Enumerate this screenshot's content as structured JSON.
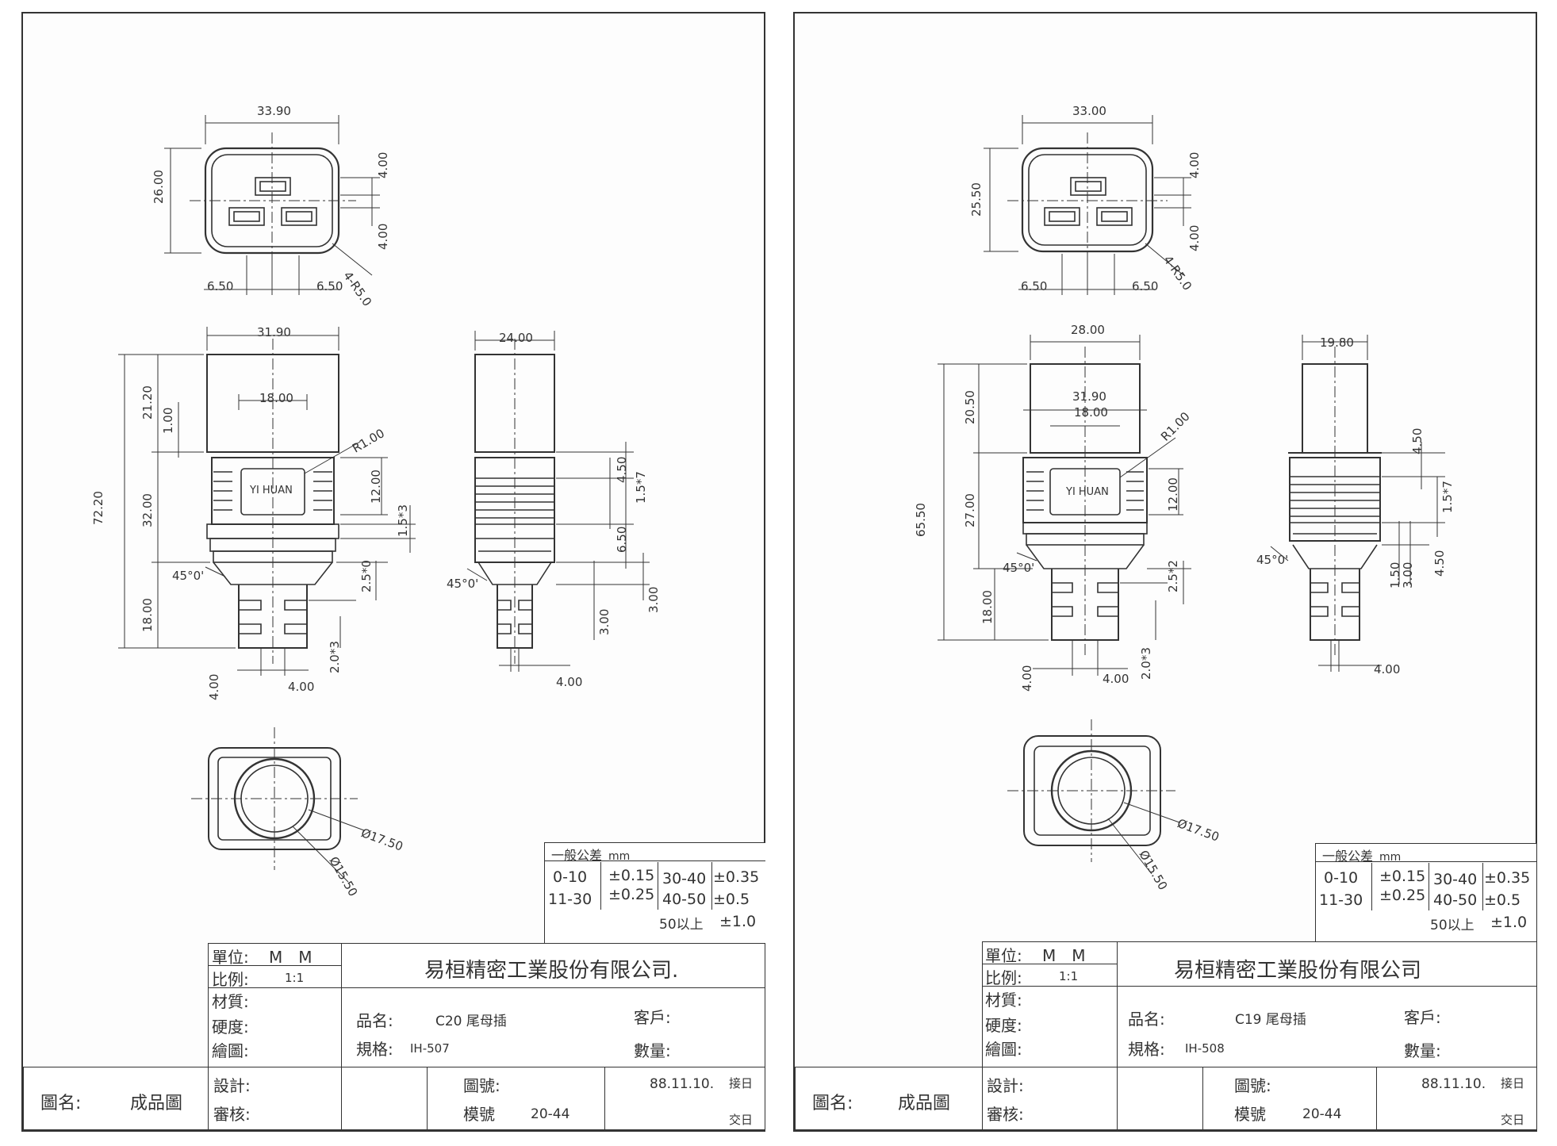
{
  "sheets": [
    {
      "id": "left",
      "top_view": {
        "width": "33.90",
        "height": "26.00",
        "pin_gap_top": "4.00",
        "pin_gap_bottom": "4.00",
        "corner_radius": "4-R5.0",
        "offset_left": "6.50",
        "offset_right": "6.50"
      },
      "front_view": {
        "top_width": "31.90",
        "inner_width": "18.00",
        "total_height": "72.20",
        "upper_height": "21.20",
        "collar_step": "1.00",
        "body_height": "32.00",
        "tail_height": "18.00",
        "window_height": "12.00",
        "rib": "1.5*3",
        "relief": "2.5*0",
        "tail_rib": "2.0*3",
        "tail_dim": "4.00",
        "tail_offset": "4.00",
        "radius": "R1.00",
        "chamfer": "45°0'",
        "brand": "YI HUAN"
      },
      "side_view": {
        "width": "24.00",
        "rib_top": "4.50",
        "rib_pattern": "1.5*7",
        "rib_gap": "6.50",
        "step_a": "3.00",
        "step_b": "3.00",
        "tail_width": "4.00",
        "chamfer": "45°0'"
      },
      "bottom_view": {
        "outer_dia": "Ø17.50",
        "inner_dia": "Ø15.50"
      },
      "tolerance": {
        "title": "一般公差",
        "unit": "mm",
        "r1_range": "0-10",
        "r1_tol": "±0.15",
        "r2_range": "11-30",
        "r2_tol": "±0.25",
        "r3_range": "30-40",
        "r3_tol": "±0.35",
        "r4_range": "40-50",
        "r4_tol": "±0.5",
        "r5_range": "50以上",
        "r5_tol": "±1.0"
      },
      "title_block": {
        "unit_label": "單位:",
        "unit_value": "M　M",
        "scale_label": "比例:",
        "scale_value": "1:1",
        "material_label": "材質:",
        "hardness_label": "硬度:",
        "drawn_label": "繪圖:",
        "design_label": "設計:",
        "review_label": "審核:",
        "company": "易桓精密工業股份有限公司.",
        "product_label": "品名:",
        "product_value": "C20 尾母插",
        "spec_label": "規格:",
        "spec_value": "IH-507",
        "customer_label": "客戶:",
        "quantity_label": "數量:",
        "drawing_no_label": "圖號:",
        "mold_no_label": "模號",
        "mold_no_value": "20-44",
        "date_value": "88.11.10.",
        "receive_label": "接日",
        "deliver_label": "交日",
        "drawing_name_label": "圖名:",
        "drawing_name_value": "成品圖"
      }
    },
    {
      "id": "right",
      "top_view": {
        "width": "33.00",
        "height": "25.50",
        "pin_gap_top": "4.00",
        "pin_gap_bottom": "4.00",
        "corner_radius": "4-R5.0",
        "offset_left": "6.50",
        "offset_right": "6.50"
      },
      "front_view": {
        "top_width": "28.00",
        "inner_width": "31.90",
        "inner_width2": "18.00",
        "total_height": "65.50",
        "upper_height": "20.50",
        "body_height": "27.00",
        "tail_height": "18.00",
        "window_height": "12.00",
        "relief": "2.5*2",
        "tail_rib": "2.0*3",
        "tail_dim": "4.00",
        "tail_offset": "4.00",
        "radius": "R1.00",
        "chamfer": "45°0'",
        "brand": "YI HUAN"
      },
      "side_view": {
        "width": "19.80",
        "rib_top": "4.50",
        "rib_pattern": "1.5*7",
        "step_a": "1.50",
        "step_b": "3.00",
        "step_c": "4.50",
        "tail_width": "4.00",
        "chamfer": "45°0'"
      },
      "bottom_view": {
        "outer_dia": "Ø17.50",
        "inner_dia": "Ø15.50"
      },
      "tolerance": {
        "title": "一般公差",
        "unit": "mm",
        "r1_range": "0-10",
        "r1_tol": "±0.15",
        "r2_range": "11-30",
        "r2_tol": "±0.25",
        "r3_range": "30-40",
        "r3_tol": "±0.35",
        "r4_range": "40-50",
        "r4_tol": "±0.5",
        "r5_range": "50以上",
        "r5_tol": "±1.0"
      },
      "title_block": {
        "unit_label": "單位:",
        "unit_value": "M　M",
        "scale_label": "比例:",
        "scale_value": "1:1",
        "material_label": "材質:",
        "hardness_label": "硬度:",
        "drawn_label": "繪圖:",
        "design_label": "設計:",
        "review_label": "審核:",
        "company": "易桓精密工業股份有限公司",
        "product_label": "品名:",
        "product_value": "C19 尾母插",
        "spec_label": "規格:",
        "spec_value": "IH-508",
        "customer_label": "客戶:",
        "quantity_label": "數量:",
        "drawing_no_label": "圖號:",
        "mold_no_label": "模號",
        "mold_no_value": "20-44",
        "date_value": "88.11.10.",
        "receive_label": "接日",
        "deliver_label": "交日",
        "drawing_name_label": "圖名:",
        "drawing_name_value": "成品圖"
      }
    }
  ]
}
